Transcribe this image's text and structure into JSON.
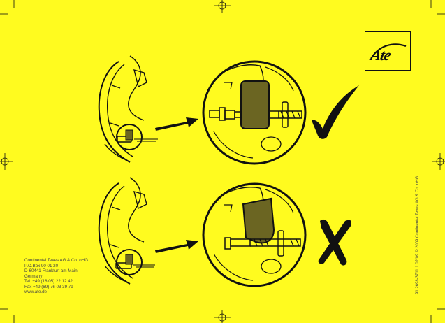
{
  "address_lines": [
    "Continental Teves AG & Co. oHG",
    "P.O.Box 90 01 20",
    "D-60441 Frankfurt am Main",
    "Germany",
    "Tel.  +49 (18 05) 22 12 42",
    "Fax  +49 (69) 76 03 39 79",
    "www.ate.de"
  ],
  "side_note": "91.2698-3711.1 02/09 © 2009 Continental Teves AG & Co. oHG",
  "logo_text": "Ate",
  "colors": {
    "background": "#fffb1f",
    "ink": "#111111",
    "pad": "#6b6522"
  },
  "icons": {
    "correct": "checkmark-icon",
    "wrong": "cross-icon"
  }
}
